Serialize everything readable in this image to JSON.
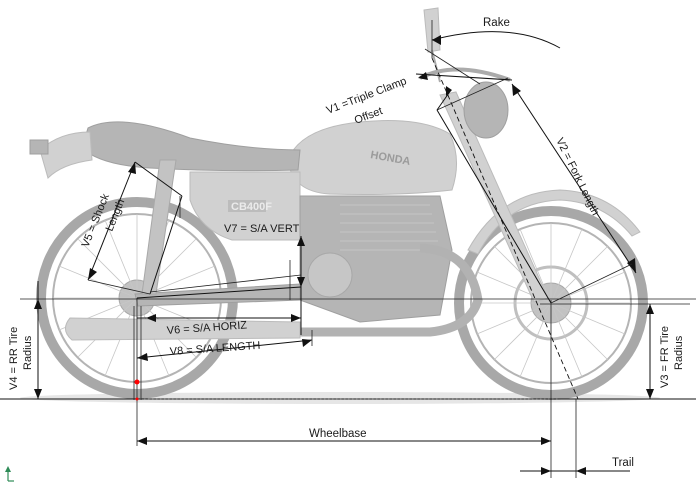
{
  "labels": {
    "rake": "Rake",
    "v1_line1": "V1 =Triple Clamp",
    "v1_line2": "Offset",
    "v2": "V2 = Fork Length",
    "v3_line1": "V3 = FR Tire",
    "v3_line2": "Radius",
    "v4_line1": "V4 = RR Tire",
    "v4_line2": "Radius",
    "v5_line1": "V5 = Shock",
    "v5_line2": "Length",
    "v6": "V6 = S/A HORIZ",
    "v7": "V7 = S/A VERT",
    "v8": "V8 = S/A LENGTH",
    "wheelbase": "Wheelbase",
    "trail": "Trail"
  },
  "badges": {
    "tank_logo": "HONDA",
    "side_cover_logo": "CB400F"
  },
  "colors": {
    "dimension_lines": "#111111",
    "motorcycle_ghost": "#c9c9c9",
    "ground_marker": "#ff0000",
    "axis_triad": "#2e8b57"
  }
}
